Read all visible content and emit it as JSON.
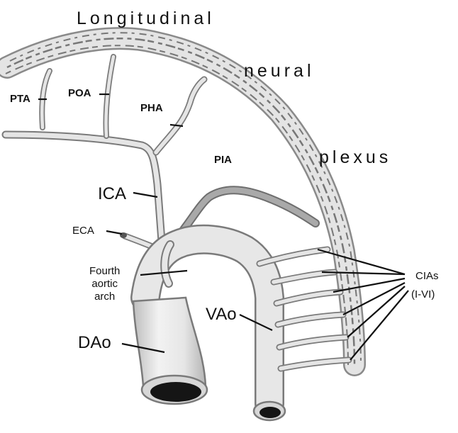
{
  "title_words": {
    "w1": "Longitudinal",
    "w2": "neural",
    "w3": "plexus"
  },
  "labels": {
    "pta": "PTA",
    "poa": "POA",
    "pha": "PHA",
    "pia": "PIA",
    "ica": "ICA",
    "eca": "ECA",
    "fourth_line1": "Fourth",
    "fourth_line2": "aortic",
    "fourth_line3": "arch",
    "dao": "DAo",
    "vao": "VAo",
    "cias": "CIAs",
    "cias_range": "(I-VI)"
  },
  "colors": {
    "vessel_fill": "#e3e3e3",
    "vessel_stroke": "#7a7a7a",
    "pia_fill": "#a9a9a9",
    "leader_line": "#111111",
    "lumen": "#151515"
  }
}
